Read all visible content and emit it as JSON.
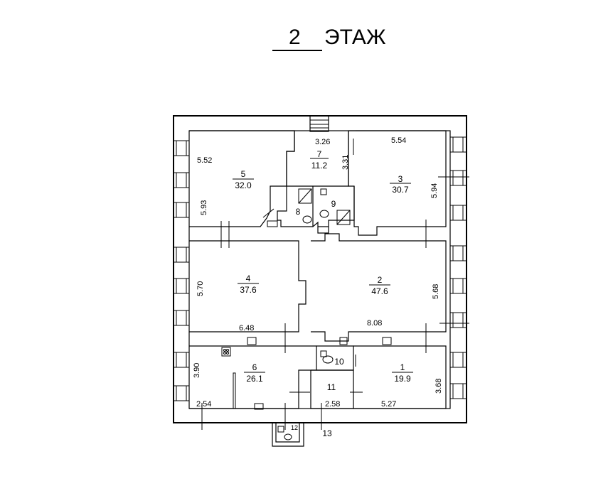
{
  "floor": {
    "number": "2",
    "label": "ЭТАЖ"
  },
  "rooms": [
    {
      "id": "r1",
      "number": "1",
      "area": "19.9"
    },
    {
      "id": "r2",
      "number": "2",
      "area": "47.6"
    },
    {
      "id": "r3",
      "number": "3",
      "area": "30.7"
    },
    {
      "id": "r4",
      "number": "4",
      "area": "37.6"
    },
    {
      "id": "r5",
      "number": "5",
      "area": "32.0"
    },
    {
      "id": "r6",
      "number": "6",
      "area": "26.1"
    },
    {
      "id": "r7",
      "number": "7",
      "area": "11.2"
    },
    {
      "id": "r8",
      "number": "8"
    },
    {
      "id": "r9",
      "number": "9"
    },
    {
      "id": "r10",
      "number": "10"
    },
    {
      "id": "r11",
      "number": "11"
    },
    {
      "id": "r12",
      "number": "12"
    },
    {
      "id": "r13",
      "number": "13"
    }
  ],
  "dimensions": {
    "r5_width": "5.52",
    "r5_height": "5.93",
    "r7_width": "3.26",
    "r7_height": "3.31",
    "r3_width": "5.54",
    "r3_height": "5.94",
    "r4_height": "5.70",
    "r4_width": "6.48",
    "r2_height": "5.68",
    "r2_width": "8.08",
    "r6_height": "3.90",
    "r6_width": "2.54",
    "r11_width": "2.58",
    "r1_width": "5.27",
    "r1_height": "3.68"
  }
}
